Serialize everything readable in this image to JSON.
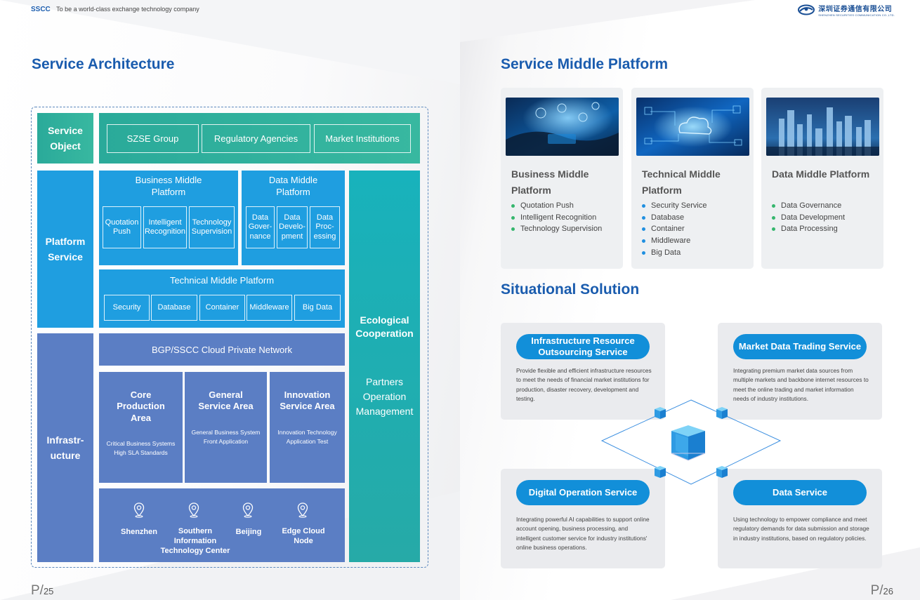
{
  "header": {
    "brand": "SSCC",
    "tagline": "To be a world-class exchange technology company",
    "logo_cn": "深圳证券通信有限公司",
    "logo_en": "SHENZHEN SECURITIES COMMUNICATION CO.,LTD."
  },
  "left": {
    "title": "Service Architecture",
    "page_prefix": "P/",
    "page_number": "25",
    "service_object": {
      "label": "Service Object",
      "items": [
        "SZSE Group",
        "Regulatory Agencies",
        "Market Institutions"
      ]
    },
    "platform_service": {
      "label": "Platform Service",
      "business_middle": {
        "title": "Business Middle Platform",
        "items": [
          "Quotation Push",
          "Intelligent Recognition",
          "Technology Supervision"
        ]
      },
      "data_middle": {
        "title": "Data Middle Platform",
        "items": [
          "Data Gover-nance",
          "Data Develo-pment",
          "Data Proc-essing"
        ]
      },
      "technical_middle": {
        "title": "Technical Middle Platform",
        "items": [
          "Security",
          "Database",
          "Container",
          "Middleware",
          "Big Data"
        ]
      }
    },
    "infrastructure": {
      "label": "Infrastr-ucture",
      "network": "BGP/SSCC Cloud Private Network",
      "zones": [
        {
          "title": "Core Production Area",
          "sub": "Critical Business Systems High SLA Standards"
        },
        {
          "title": "General Service Area",
          "sub": "General Business System Front Application"
        },
        {
          "title": "Innovation Service Area",
          "sub": "Innovation Technology Application Test"
        }
      ],
      "locations": [
        "Shenzhen",
        "Southern Information Technology Center",
        "Beijing",
        "Edge Cloud Node"
      ]
    },
    "ecological": {
      "title": "Ecological Cooperation",
      "sub": "Partners Operation Management"
    }
  },
  "right": {
    "title": "Service Middle Platform",
    "page_prefix": "P/",
    "page_number": "26",
    "cards": [
      {
        "title": "Business Middle Platform",
        "dot": "green",
        "items": [
          "Quotation Push",
          "Intelligent Recognition",
          "Technology Supervision"
        ]
      },
      {
        "title": "Technical Middle Platform",
        "dot": "blue",
        "items": [
          "Security Service",
          "Database",
          "Container",
          "Middleware",
          "Big Data"
        ]
      },
      {
        "title": "Data Middle Platform",
        "dot": "green",
        "items": [
          "Data Governance",
          "Data Development",
          "Data Processing"
        ]
      }
    ],
    "solution_title": "Situational Solution",
    "solutions": [
      {
        "title": "Infrastructure Resource Outsourcing Service",
        "text": "Provide flexible and efficient infrastructure resources to meet the needs of financial market institutions for production, disaster recovery, development and testing."
      },
      {
        "title": "Market Data Trading Service",
        "text": "Integrating premium market data sources from multiple markets and backbone internet resources to meet the online trading and market information needs of industry institutions."
      },
      {
        "title": "Digital Operation Service",
        "text": "Integrating powerful AI capabilities to support online account opening, business processing, and intelligent customer service for industry institutions' online business operations."
      },
      {
        "title": "Data Service",
        "text": "Using technology to empower compliance and meet regulatory demands for data submission and storage in industry institutions, based on regulatory policies."
      }
    ]
  },
  "colors": {
    "title_blue": "#1a5cae",
    "teal": "#2aaa9a",
    "platform_blue": "#1f9ee0",
    "infra_slate": "#5b7ec4",
    "pill_blue": "#128fd9",
    "bullet_green": "#35b66d",
    "bullet_blue": "#1f8fe0"
  }
}
